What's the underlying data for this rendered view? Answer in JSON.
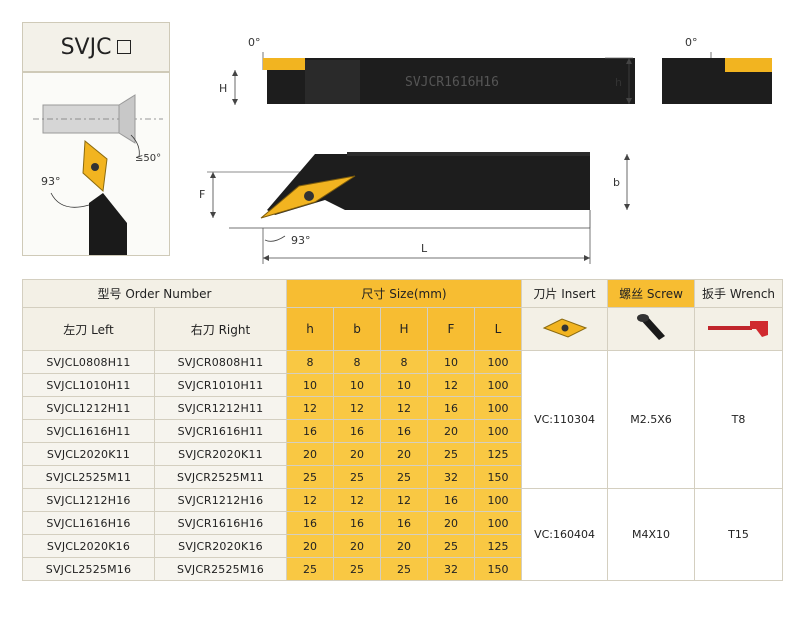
{
  "title": {
    "code": "SVJC"
  },
  "detail": {
    "angle_main": "93°",
    "angle_side": "≤50°"
  },
  "drawing": {
    "top_angle_left": "0°",
    "top_angle_right": "0°",
    "dim_H": "H",
    "dim_h": "h",
    "shank_marking": "SVJCR1616H16",
    "dim_F": "F",
    "dim_b": "b",
    "dim_L": "L",
    "angle_bottom": "93°"
  },
  "table": {
    "headers": {
      "order_number": "型号 Order Number",
      "size": "尺寸 Size(mm)",
      "insert": "刀片 Insert",
      "screw": "螺丝 Screw",
      "wrench": "扳手 Wrench",
      "left": "左刀 Left",
      "right": "右刀 Right",
      "cols": [
        "h",
        "b",
        "H",
        "F",
        "L"
      ]
    },
    "rows": [
      {
        "left": "SVJCL0808H11",
        "right": "SVJCR0808H11",
        "h": "8",
        "b": "8",
        "H": "8",
        "F": "10",
        "L": "100"
      },
      {
        "left": "SVJCL1010H11",
        "right": "SVJCR1010H11",
        "h": "10",
        "b": "10",
        "H": "10",
        "F": "12",
        "L": "100"
      },
      {
        "left": "SVJCL1212H11",
        "right": "SVJCR1212H11",
        "h": "12",
        "b": "12",
        "H": "12",
        "F": "16",
        "L": "100"
      },
      {
        "left": "SVJCL1616H11",
        "right": "SVJCR1616H11",
        "h": "16",
        "b": "16",
        "H": "16",
        "F": "20",
        "L": "100"
      },
      {
        "left": "SVJCL2020K11",
        "right": "SVJCR2020K11",
        "h": "20",
        "b": "20",
        "H": "20",
        "F": "25",
        "L": "125"
      },
      {
        "left": "SVJCL2525M11",
        "right": "SVJCR2525M11",
        "h": "25",
        "b": "25",
        "H": "25",
        "F": "32",
        "L": "150"
      },
      {
        "left": "SVJCL1212H16",
        "right": "SVJCR1212H16",
        "h": "12",
        "b": "12",
        "H": "12",
        "F": "16",
        "L": "100"
      },
      {
        "left": "SVJCL1616H16",
        "right": "SVJCR1616H16",
        "h": "16",
        "b": "16",
        "H": "16",
        "F": "20",
        "L": "100"
      },
      {
        "left": "SVJCL2020K16",
        "right": "SVJCR2020K16",
        "h": "20",
        "b": "20",
        "H": "20",
        "F": "25",
        "L": "125"
      },
      {
        "left": "SVJCL2525M16",
        "right": "SVJCR2525M16",
        "h": "25",
        "b": "25",
        "H": "25",
        "F": "32",
        "L": "150"
      }
    ],
    "groups": [
      {
        "insert": "VC:110304",
        "screw": "M2.5X6",
        "wrench": "T8"
      },
      {
        "insert": "VC:160404",
        "screw": "M4X10",
        "wrench": "T15"
      }
    ]
  },
  "colors": {
    "gold": "#f7bd32",
    "cell_gold": "#f9c843",
    "header_bg": "#f3f0e6",
    "tool_black": "#1a1a1a"
  },
  "icons": [
    "insert-icon",
    "screw-icon",
    "wrench-icon"
  ]
}
